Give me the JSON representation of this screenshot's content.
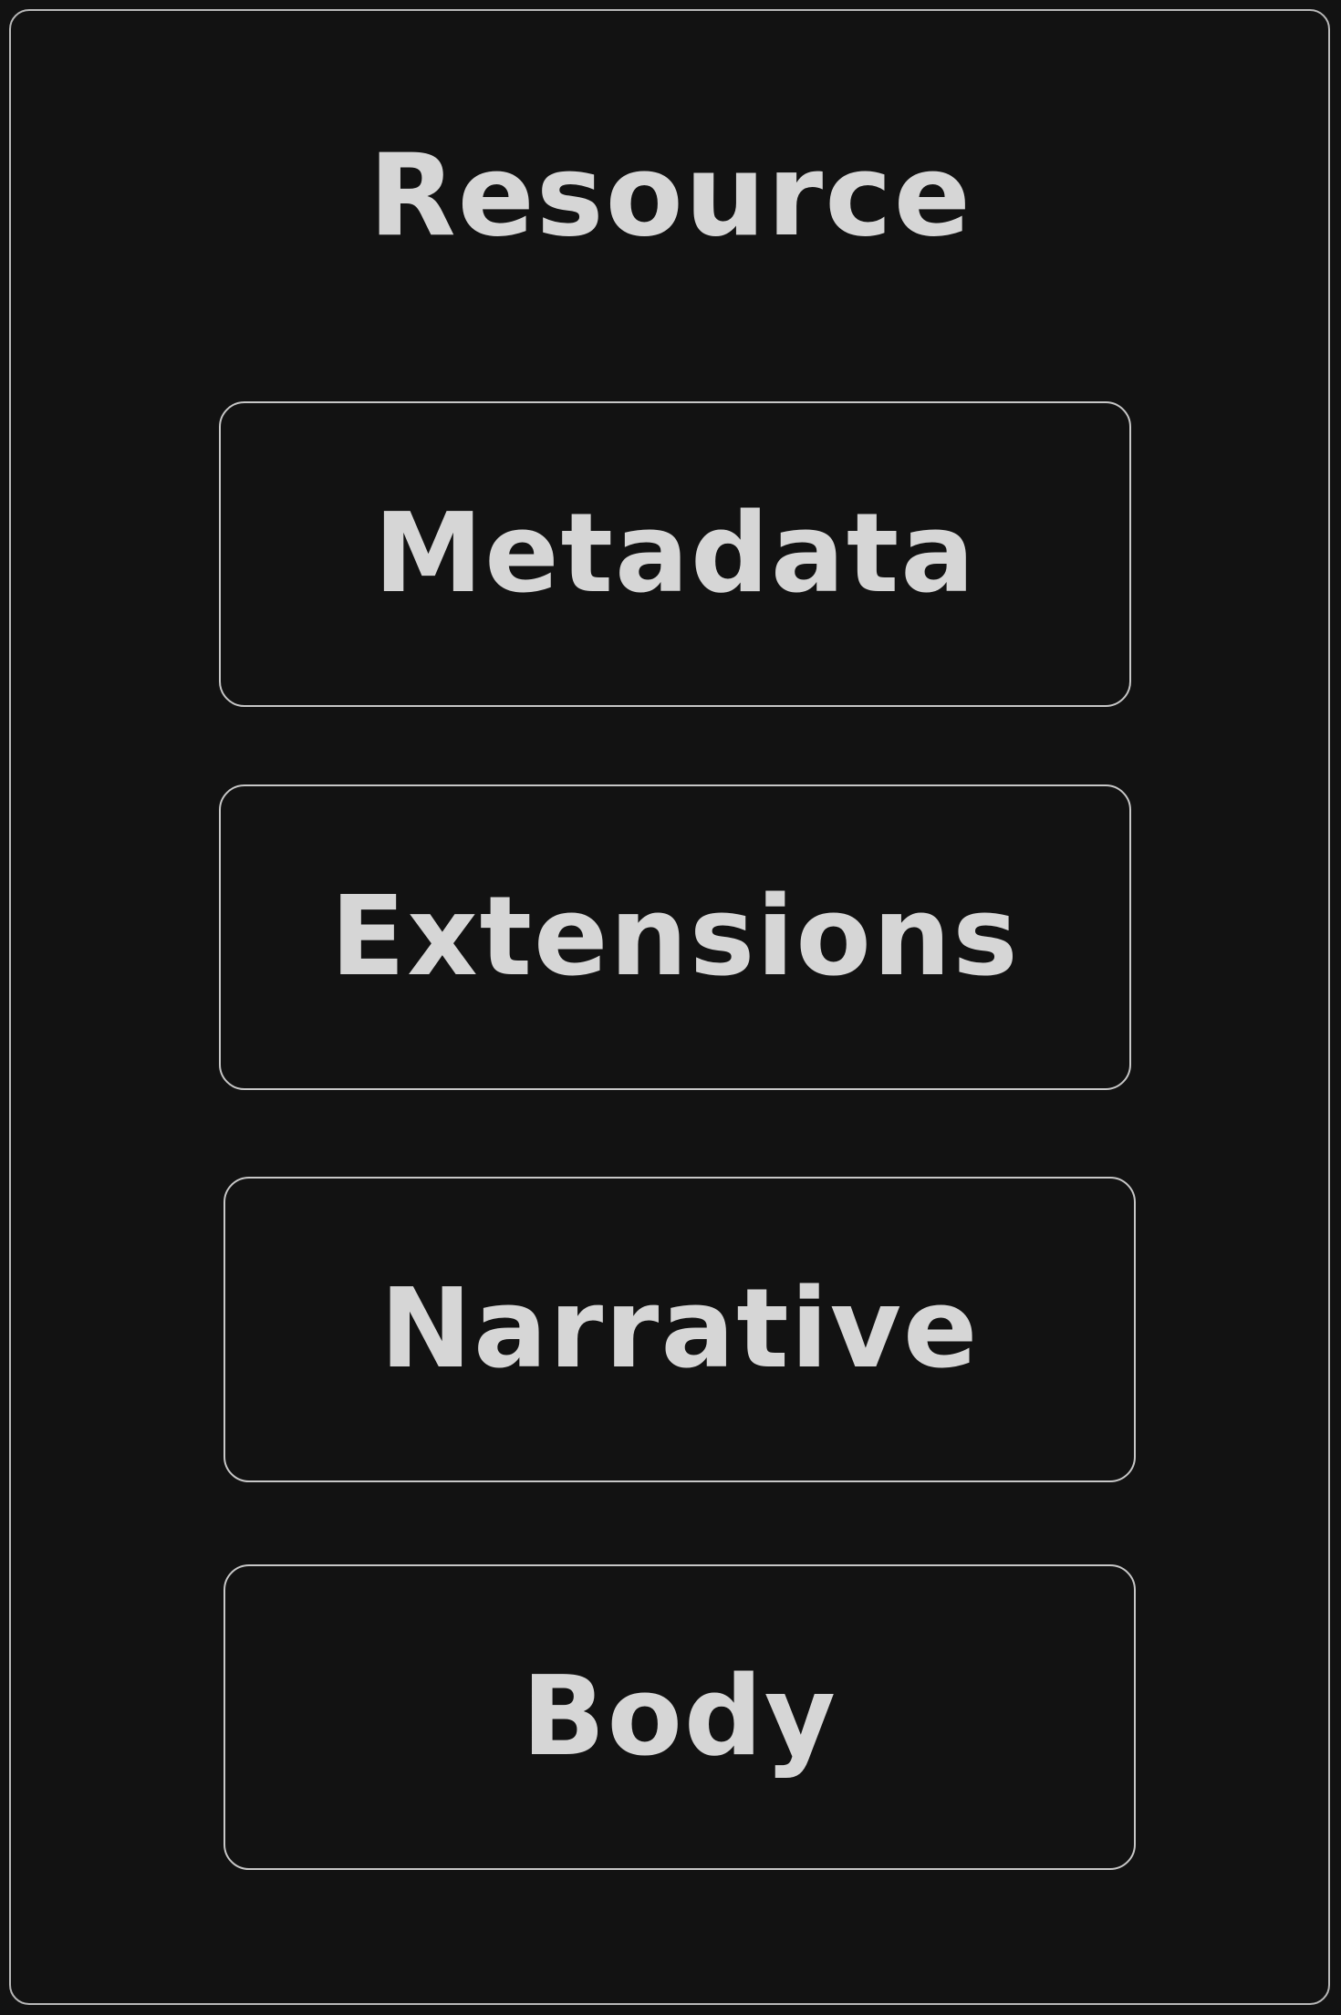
{
  "diagram": {
    "title": "Resource",
    "sections": [
      {
        "label": "Metadata"
      },
      {
        "label": "Extensions"
      },
      {
        "label": "Narrative"
      },
      {
        "label": "Body"
      }
    ]
  },
  "colors": {
    "background": "#121212",
    "stroke": "#c7c7c7",
    "text": "#d6d6d6"
  }
}
